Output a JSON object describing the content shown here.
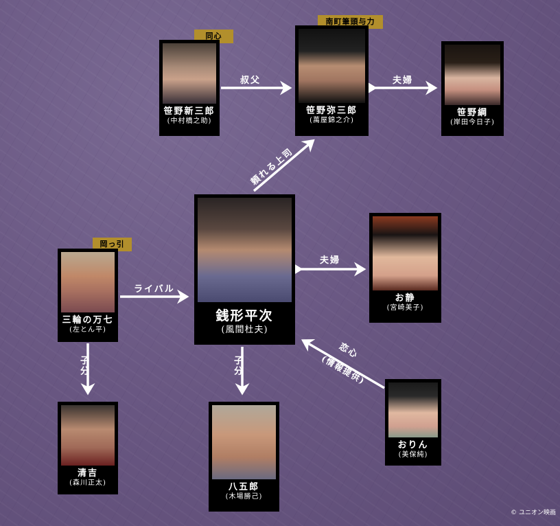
{
  "characters": {
    "shinzaburo": {
      "name": "笹野新三郎",
      "actor": "(中村橋之助)",
      "role": "同心"
    },
    "yasaburo": {
      "name": "笹野弥三郎",
      "actor": "(萬屋錦之介)",
      "role": "南町筆頭与力"
    },
    "tsuna": {
      "name": "笹野綱",
      "actor": "(岸田今日子)"
    },
    "heiji": {
      "name": "銭形平次",
      "actor": "(風間杜夫)"
    },
    "oshizu": {
      "name": "お静",
      "actor": "(宮崎美子)"
    },
    "manshichi": {
      "name": "三輪の万七",
      "actor": "(左とん平)",
      "role": "岡っ引"
    },
    "seikichi": {
      "name": "清吉",
      "actor": "(森川正太)"
    },
    "hachigoro": {
      "name": "八五郎",
      "actor": "(木場勝己)"
    },
    "orin": {
      "name": "おりん",
      "actor": "(美保純)"
    }
  },
  "relations": {
    "uncle": "叔父",
    "couple_top": "夫婦",
    "boss": "頼れる上司",
    "couple_mid": "夫婦",
    "rival": "ライバル",
    "henchman_left": "子分",
    "henchman_center": "子分",
    "love": "恋心",
    "love_sub": "(情報提供)"
  },
  "copyright": "© ユニオン映画"
}
